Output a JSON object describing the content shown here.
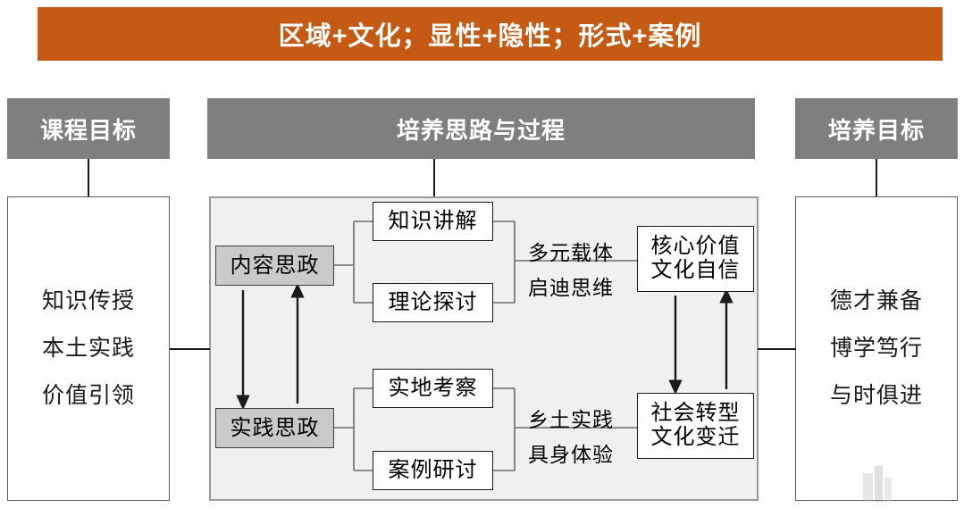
{
  "banner": {
    "title": "区域+文化；显性+隐性；形式+案例",
    "background": "#C55A14",
    "text_color": "#FFFFFF"
  },
  "headers": {
    "left": "课程目标",
    "center": "培养思路与过程",
    "right": "培养目标",
    "background": "#7F7F7F",
    "text_color": "#FFFFFF"
  },
  "course_goals": {
    "lines": [
      "知识传授",
      "本土实践",
      "价值引领"
    ]
  },
  "training_goals": {
    "lines": [
      "德才兼备",
      "博学笃行",
      "与时俱进"
    ]
  },
  "process": {
    "panel_background": "#F0F0F0",
    "panel_border": "#9A9A9A",
    "nodes": [
      {
        "id": "content-ideology",
        "label": "内容思政",
        "style": "filled"
      },
      {
        "id": "knowledge-lecture",
        "label": "知识讲解",
        "style": "plain"
      },
      {
        "id": "theory-discussion",
        "label": "理论探讨",
        "style": "plain"
      },
      {
        "id": "practice-ideology",
        "label": "实践思政",
        "style": "filled"
      },
      {
        "id": "field-study",
        "label": "实地考察",
        "style": "plain"
      },
      {
        "id": "case-seminar",
        "label": "案例研讨",
        "style": "plain"
      }
    ],
    "outcomes": [
      {
        "id": "core-values",
        "line1": "核心价值",
        "line2": "文化自信"
      },
      {
        "id": "social-transform",
        "line1": "社会转型",
        "line2": "文化变迁"
      }
    ],
    "captions": {
      "multi_carrier": "多元载体",
      "inspire_thinking": "启迪思维",
      "rural_practice": "乡土实践",
      "embodied_experience": "具身体验"
    }
  },
  "colors": {
    "accent_orange": "#C55A14",
    "header_gray": "#7F7F7F",
    "node_fill_gray": "#C9C9C9",
    "panel_gray": "#F0F0F0",
    "line_black": "#1A1A1A"
  }
}
